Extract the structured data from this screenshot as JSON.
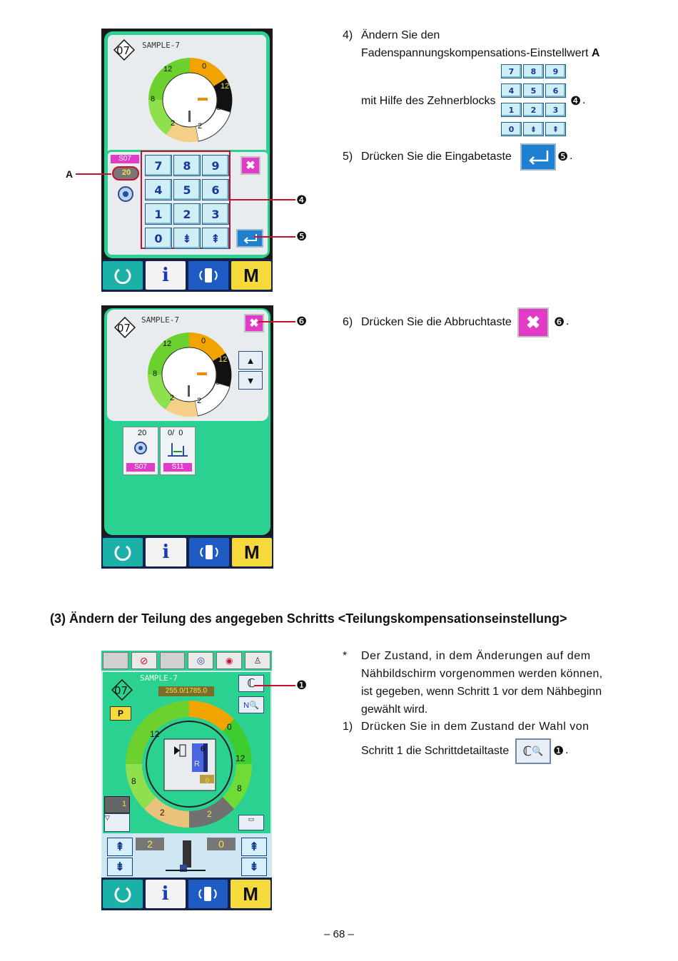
{
  "panel1": {
    "title": "SAMPLE-7",
    "pattern_no": "07",
    "ring_labels": [
      "0",
      "12",
      "8",
      "2",
      "2",
      "8",
      "12"
    ],
    "badge": "S07",
    "value": "20",
    "keys": [
      "7",
      "8",
      "9",
      "4",
      "5",
      "6",
      "1",
      "2",
      "3",
      "0",
      "⇟",
      "⇞"
    ],
    "label_a": "A",
    "callout4": "❹",
    "callout5": "❺"
  },
  "panel2": {
    "title": "SAMPLE-7",
    "pattern_no": "07",
    "ring_labels": [
      "0",
      "12",
      "8",
      "2",
      "2",
      "8",
      "12"
    ],
    "tile1_value": "20",
    "tile1_code": "S07",
    "tile2_value": "0/  0",
    "tile2_code": "S11",
    "callout6": "❻"
  },
  "panel3": {
    "title": "SAMPLE-7",
    "pattern_no": "07",
    "counter": "255.0/1785.0",
    "p_button": "P",
    "ring_labels": [
      "0",
      "12",
      "12",
      "8",
      "2",
      "2",
      "8"
    ],
    "center_top_no": "6",
    "center_r": "R",
    "center_zero": "0",
    "step_value": "1",
    "left_value": "2",
    "right_value": "0",
    "callout1": "❶"
  },
  "bottombar": {
    "reset": "O",
    "info": "i",
    "comm": "(▯)",
    "mode": "M"
  },
  "text": {
    "step4_no": "4)",
    "step4_line1": "Ändern Sie den",
    "step4_line2a": "Fadenspannungskompensations-Einstellwert ",
    "step4_line2b": "A",
    "step4_line3": "mit Hilfe des Zehnerblocks",
    "step4_keys": [
      "7",
      "8",
      "9",
      "4",
      "5",
      "6",
      "1",
      "2",
      "3",
      "0",
      "⇟",
      "⇞"
    ],
    "step5_no": "5)",
    "step5_text": "Drücken Sie die Eingabetaste",
    "step6_no": "6)",
    "step6_text": "Drücken Sie die Abbruchtaste",
    "section_heading": "(3) Ändern der Teilung des angegeben Schritts <Teilungskompensationseinstellung>",
    "note_star": "*",
    "note_l1": "Der Zustand, in dem Änderungen auf dem",
    "note_l2": "Nähbildschirm vorgenommen werden können,",
    "note_l3": "ist gegeben, wenn Schritt 1 vor dem Nähbeginn",
    "note_l4": "gewählt wird.",
    "step1_no": "1)",
    "step1_l1": "Drücken Sie in dem Zustand der Wahl von",
    "step1_l2": "Schritt 1 die Schrittdetailtaste",
    "c4": "❹",
    "c5": "❺",
    "c6": "❻",
    "c1": "❶",
    "page_number": "– 68 –"
  }
}
